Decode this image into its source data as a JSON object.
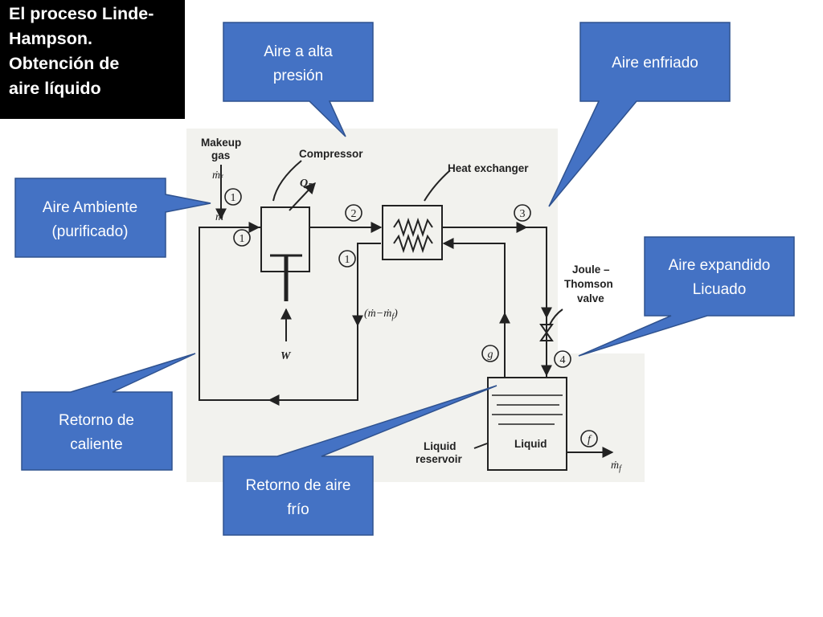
{
  "title": "El proceso Linde-\nHampson.\nObtención de\naire líquido",
  "callouts": {
    "alta_presion": [
      "Aire a alta",
      "presión"
    ],
    "enfriado": [
      "Aire enfriado"
    ],
    "ambiente": [
      "Aire Ambiente",
      "(purificado)"
    ],
    "expandido": [
      "Aire expandido",
      "Licuado"
    ],
    "retorno_caliente": [
      "Retorno de",
      "caliente"
    ],
    "retorno_frio": [
      "Retorno de aire",
      "frío"
    ]
  },
  "labels": {
    "makeup_1": "Makeup",
    "makeup_2": "gas",
    "mdot_f": "ṁ",
    "mdot_f_sub": "f",
    "mdot": "ṁ",
    "compressor": "Compressor",
    "qr": "Q",
    "qr_sub": "R",
    "heat_exchanger": "Heat  exchanger",
    "return_flow": "(ṁ−ṁ",
    "return_flow_sub": "f",
    "return_flow_end": ")",
    "work": "W",
    "jt_1": "Joule –",
    "jt_2": "Thomson",
    "jt_3": "valve",
    "liquid": "Liquid",
    "reservoir_1": "Liquid",
    "reservoir_2": "reservoir",
    "out_mdot": "ṁ",
    "out_mdot_sub": "f"
  },
  "states": {
    "s1_makeup": "1",
    "s1_inlet": "1",
    "s1_return": "1",
    "s2": "2",
    "s3": "3",
    "s4": "4",
    "sg": "g",
    "sf": "f"
  },
  "colors": {
    "callout_fill": "#4472c4",
    "callout_stroke": "#2f528f",
    "title_bg": "#000000",
    "line": "#222222"
  }
}
